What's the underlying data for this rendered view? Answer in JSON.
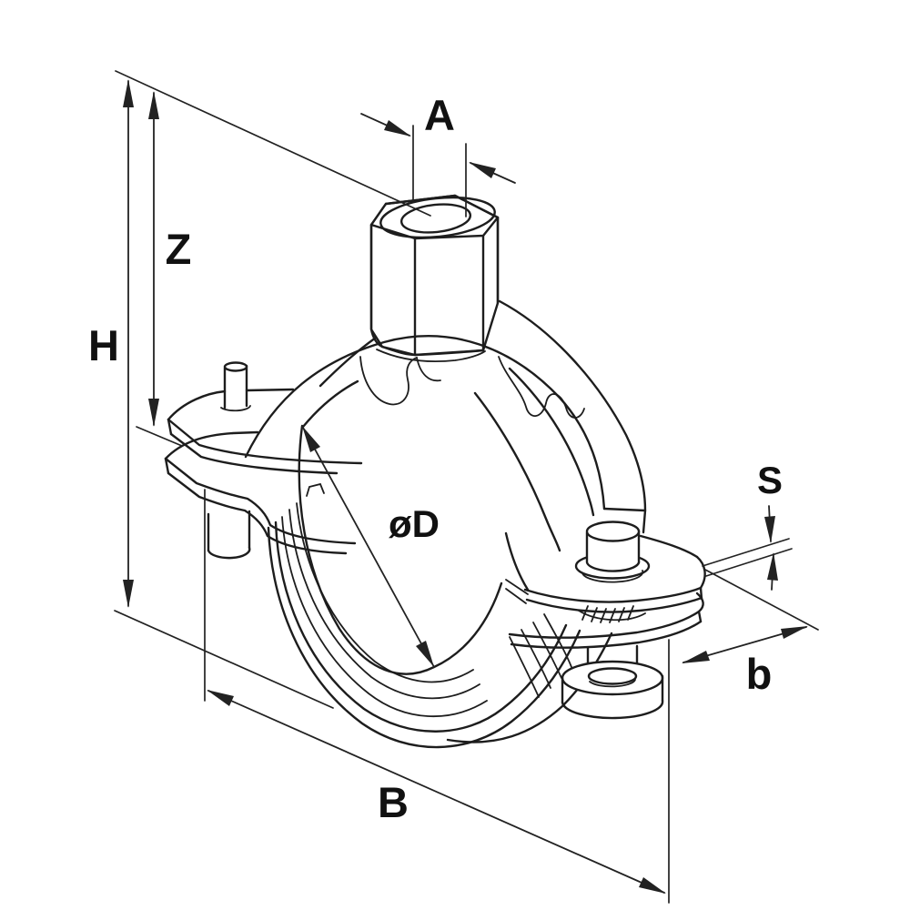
{
  "drawing": {
    "subject": "pipe clamp with rubber lining, isometric dimensional drawing",
    "background_color": "#ffffff",
    "line_color": "#1d1d1d",
    "dimension_color": "#222222"
  },
  "dimension_labels": {
    "connector_width": "A",
    "clearance_height": "Z",
    "total_height": "H",
    "pipe_diameter": "øD",
    "material_thickness": "S",
    "band_width": "b",
    "overall_width": "B"
  }
}
